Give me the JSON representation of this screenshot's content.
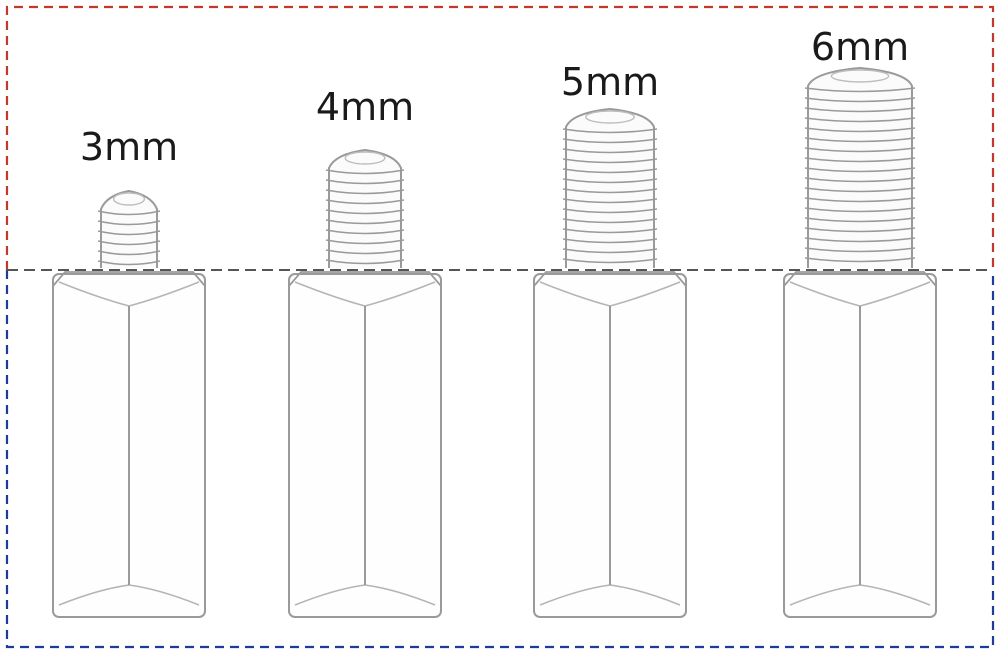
{
  "colors": {
    "top_box": "#c0392b",
    "bottom_box": "#1f3a9a",
    "divider": "#555555",
    "outline": "#9a9a9a",
    "text": "#1a1a1a"
  },
  "standoffs": [
    {
      "label": "3mm",
      "thread_mm": 3
    },
    {
      "label": "4mm",
      "thread_mm": 4
    },
    {
      "label": "5mm",
      "thread_mm": 5
    },
    {
      "label": "6mm",
      "thread_mm": 6
    }
  ]
}
